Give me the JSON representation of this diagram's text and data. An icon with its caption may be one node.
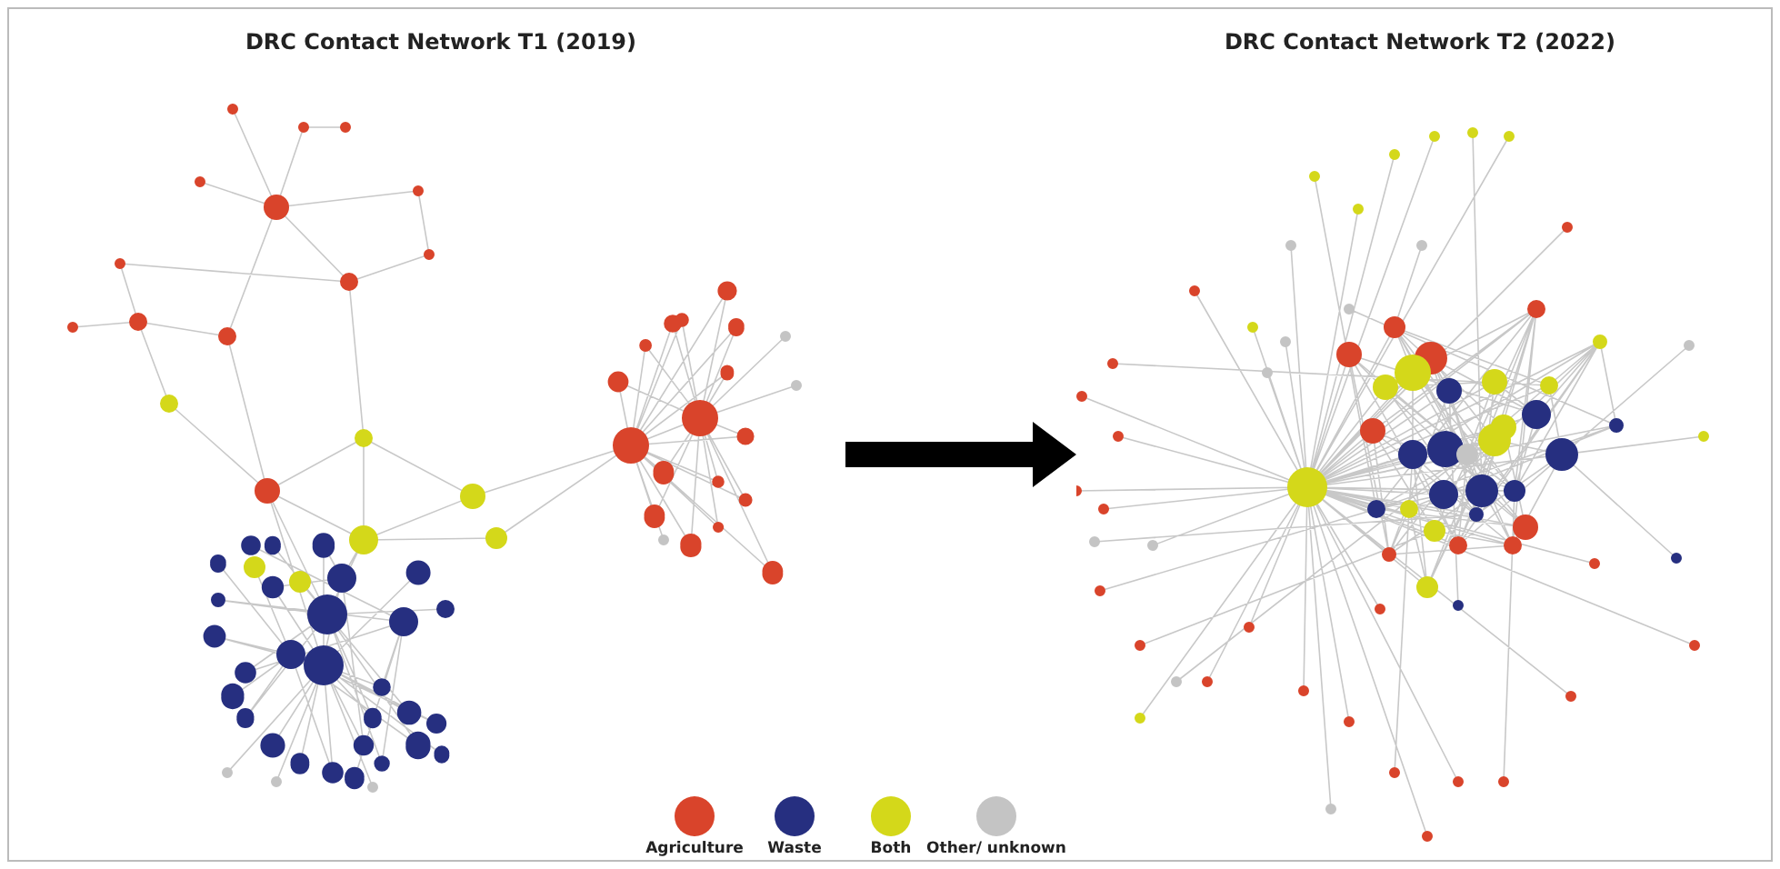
{
  "diagram": {
    "nodes": [
      {
        "text": [
          "DRC Contact Network T1 (2019)"
        ]
      },
      {
        "text": [
          "DRC Contact Network T2 (2022)"
        ]
      }
    ],
    "edges": [
      {
        "from": 0,
        "to": 1,
        "arrow": "to",
        "style": "thick"
      }
    ],
    "legend": [
      {
        "text": "Agriculture",
        "color": "#d9442b"
      },
      {
        "text": "Waste",
        "color": "#262f80"
      },
      {
        "text": "Both",
        "color": "#d4d81a"
      },
      {
        "text": "Other/ unknown",
        "color": "#c4c4c4"
      }
    ]
  }
}
